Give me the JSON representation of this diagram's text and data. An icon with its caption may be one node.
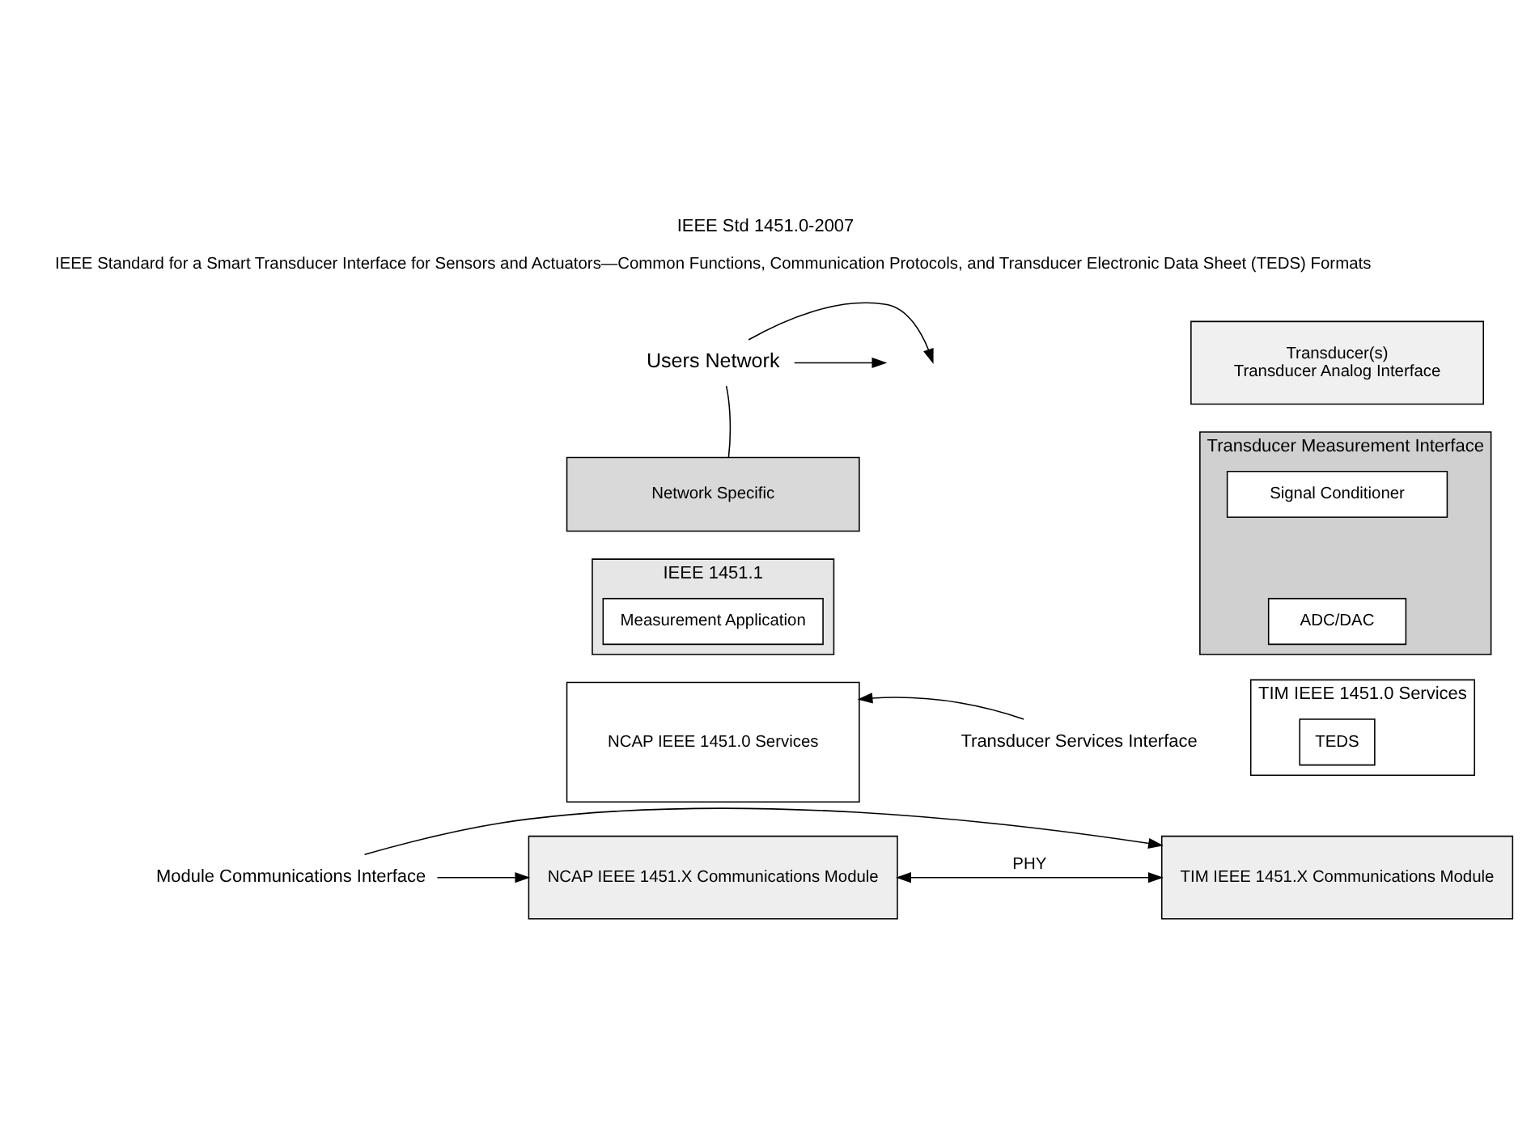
{
  "diagram": {
    "title": "IEEE Std 1451.0-2007",
    "nodes": [
      {
        "text": [
          "Users Network"
        ]
      },
      {
        "text": [
          "Network Specific"
        ]
      },
      {
        "text": [
          "IEEE 1451.1"
        ]
      },
      {
        "text": [
          "Measurement Application"
        ],
        "in": 2
      },
      {
        "text": [
          "NCAP IEEE 1451.0 Services"
        ]
      },
      {
        "text": [
          "NCAP IEEE 1451.X Communications Module"
        ]
      },
      {
        "text": [
          "Transducer(s)",
          "Transducer Analog Interface"
        ]
      },
      {
        "text": [
          "Transducer Measurement Interface"
        ]
      },
      {
        "text": [
          "Signal Conditioner"
        ],
        "in": 7
      },
      {
        "text": [
          "ADC/DAC"
        ],
        "in": 7
      },
      {
        "text": [
          "TIM IEEE 1451.0 Services"
        ]
      },
      {
        "text": [
          "TEDS"
        ],
        "in": 10
      },
      {
        "text": [
          "TIM IEEE 1451.X Communications Module"
        ]
      },
      {
        "text": [
          "Transducer Services Interface"
        ]
      },
      {
        "text": [
          "Module Communications Interface"
        ]
      }
    ],
    "edges": [
      {
        "from": 0,
        "to": null,
        "arrow": "to"
      },
      {
        "from": 0,
        "to": null,
        "arrow": "to"
      },
      {
        "from": 1,
        "to": 0,
        "arrow": "none"
      },
      {
        "from": 13,
        "to": 4,
        "arrow": "to"
      },
      {
        "from": 14,
        "to": 5,
        "arrow": "to"
      },
      {
        "from": 14,
        "to": 12,
        "arrow": "to"
      },
      {
        "from": 5,
        "to": 12,
        "arrow": "both",
        "label": "PHY"
      }
    ],
    "labels": [
      "IEEE Standard for a Smart Transducer Interface for Sensors and Actuators—Common Functions, Communication Protocols, and Transducer Electronic Data Sheet (TEDS) Formats"
    ]
  }
}
